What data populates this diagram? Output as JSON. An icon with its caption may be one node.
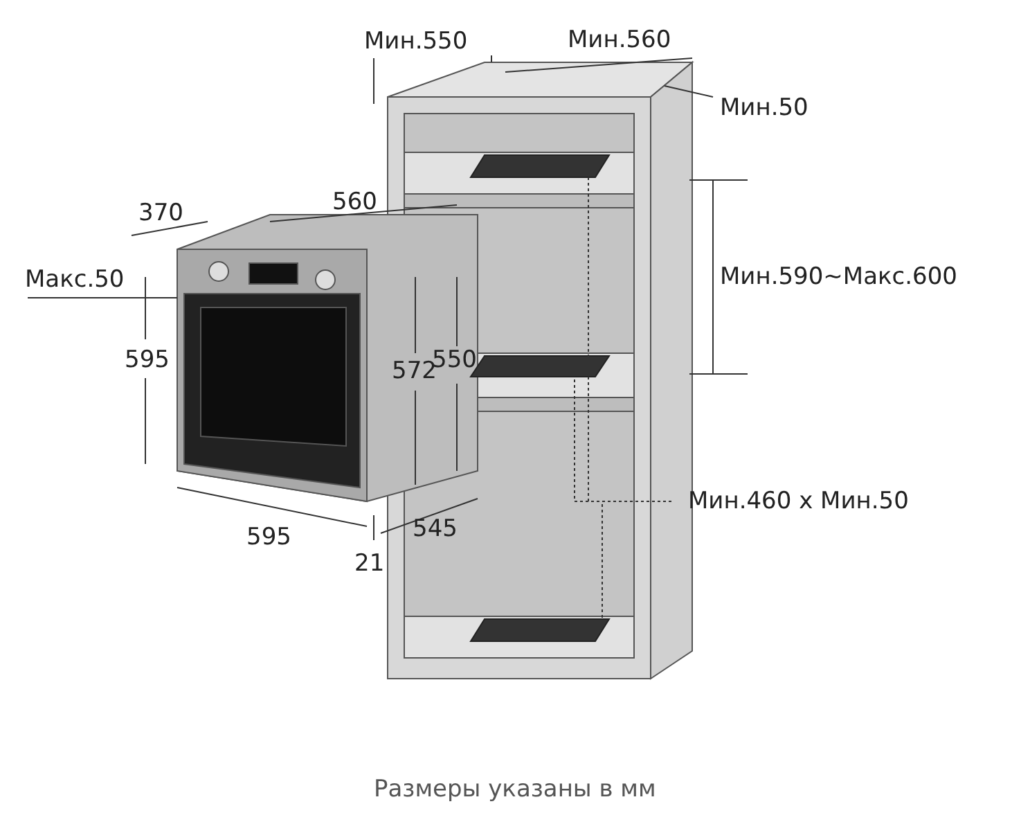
{
  "diagram": {
    "caption": "Размеры указаны в мм",
    "nodes": [
      {
        "text": [
          "Мин.460 x Мин.50"
        ]
      },
      {
        "text": [],
        "shape": "box"
      },
      {
        "text": [],
        "shape": "box"
      },
      {
        "text": [],
        "shape": "box"
      }
    ],
    "edges": [
      {
        "from": 0,
        "to": 1,
        "arrow": "none",
        "style": "dashed"
      },
      {
        "from": 0,
        "to": 2,
        "arrow": "none",
        "style": "dashed"
      },
      {
        "from": 0,
        "to": 3,
        "arrow": "none",
        "style": "dashed"
      }
    ],
    "labels": [
      "Мин.550",
      "Мин.560",
      "Мин.50",
      "370",
      "560",
      "Макс.50",
      "Мин.590~Макс.600",
      "595",
      "572",
      "550",
      "595",
      "545",
      "21"
    ]
  }
}
